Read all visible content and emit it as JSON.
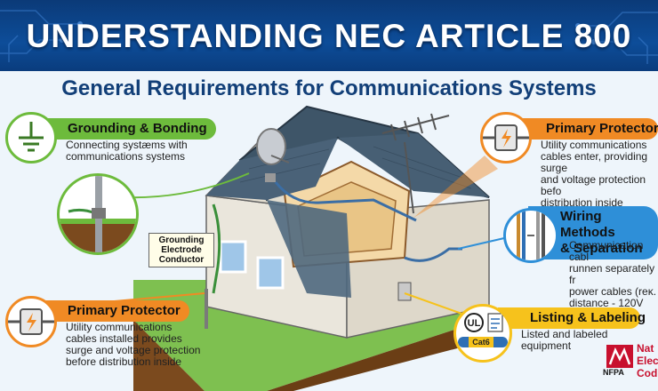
{
  "header": {
    "title": "UNDERSTANDING NEC ARTICLE 800",
    "subtitle": "General Requirements for Communications Systems"
  },
  "panels": {
    "grounding": {
      "title": "Grounding & Bonding",
      "body": "Connecting systæms with\ncommunications systems",
      "accent": "#6dbb3c",
      "icon": "ground-symbol-icon"
    },
    "primary_top": {
      "title": "Primary Protector",
      "body": "Utility communications\ncables enter, providing surge\nand voltage protection befo\ndistribution inside",
      "accent": "#f08a24",
      "icon": "surge-protector-icon"
    },
    "wiring": {
      "title": "Wiring Methods\n& Separation",
      "body": "Communication cabl\nrunnen separately fr\npower cables (reĸ.\ndistance - 120V circu",
      "accent": "#2e8fd8",
      "icon": "cable-separation-icon"
    },
    "primary_bottom": {
      "title": "Primary Protector",
      "body": "Utility communications\ncables installed provides\nsurge and voltage protection\nbefore distribution inside",
      "accent": "#f08a24",
      "icon": "surge-protector-icon"
    },
    "listing": {
      "title": "Listing & Labeling",
      "body": "Listed and labeled\nequipment",
      "accent": "#f6c21c",
      "icon": "ul-listed-cable-icon"
    }
  },
  "callouts": {
    "gec_label": "Grounding\nElectrode\nConductor",
    "ul_mark": "UL",
    "cable_label": "Cat6"
  },
  "logo": {
    "nfpa": "NFPA",
    "org_text": "Nat\nElec\nCod"
  }
}
